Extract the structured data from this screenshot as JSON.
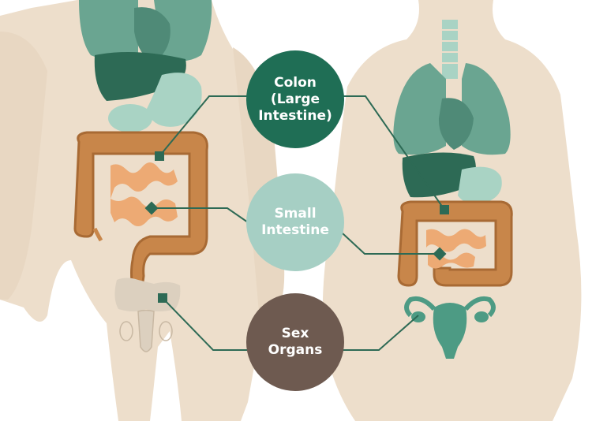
{
  "colors": {
    "skin": "#eddecb",
    "colon": "#c8864a",
    "colon_dark": "#a86a34",
    "small_intestine": "#edaa74",
    "organ_dark_green": "#2d6a55",
    "organ_mid_green": "#6aa591",
    "organ_light": "#a9d3c4",
    "bone": "#dcd0bf",
    "sex_organs_female": "#4d9b84",
    "line": "#2d6a55"
  },
  "callouts": [
    {
      "id": "colon",
      "label": "Colon\n(Large\nIntestine)",
      "color": "#1f6e55"
    },
    {
      "id": "small_intestine",
      "label": "Small\nIntestine",
      "color": "#a6cfc4"
    },
    {
      "id": "sex_organs",
      "label": "Sex\nOrgans",
      "color": "#6e5a50"
    }
  ]
}
